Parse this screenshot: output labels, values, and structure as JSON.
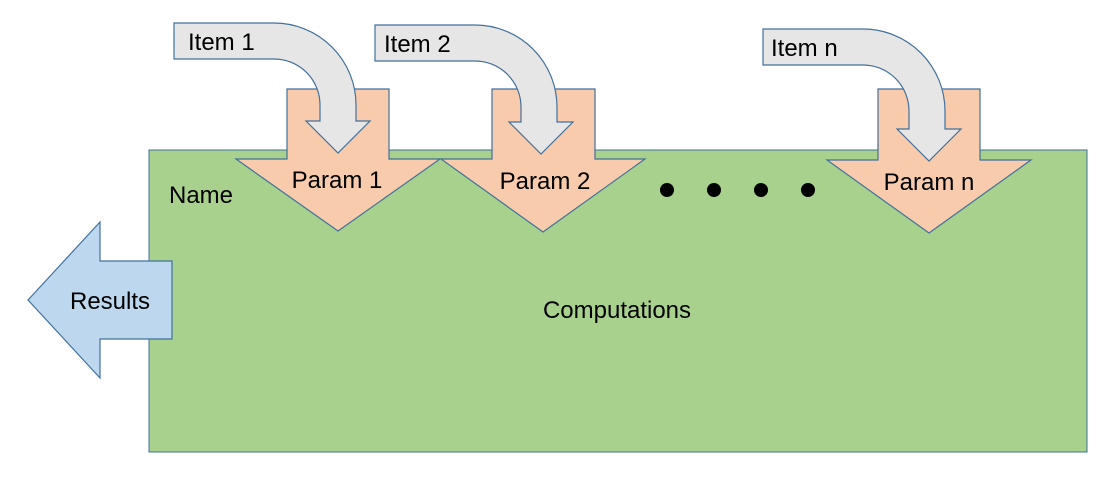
{
  "block": {
    "name_label": "Name",
    "center_label": "Computations",
    "fill_color": "#a9d18e",
    "border_color": "#41719c"
  },
  "params": [
    {
      "label": "Param 1"
    },
    {
      "label": "Param 2"
    },
    {
      "label": "Param n"
    }
  ],
  "items": [
    {
      "label": "Item 1"
    },
    {
      "label": "Item 2"
    },
    {
      "label": "Item n"
    }
  ],
  "output": {
    "label": "Results",
    "fill_color": "#bdd7ee"
  },
  "param_fill_color": "#f8cbad",
  "item_fill_color": "#e7e6e6",
  "ellipsis_dot_count": 4
}
